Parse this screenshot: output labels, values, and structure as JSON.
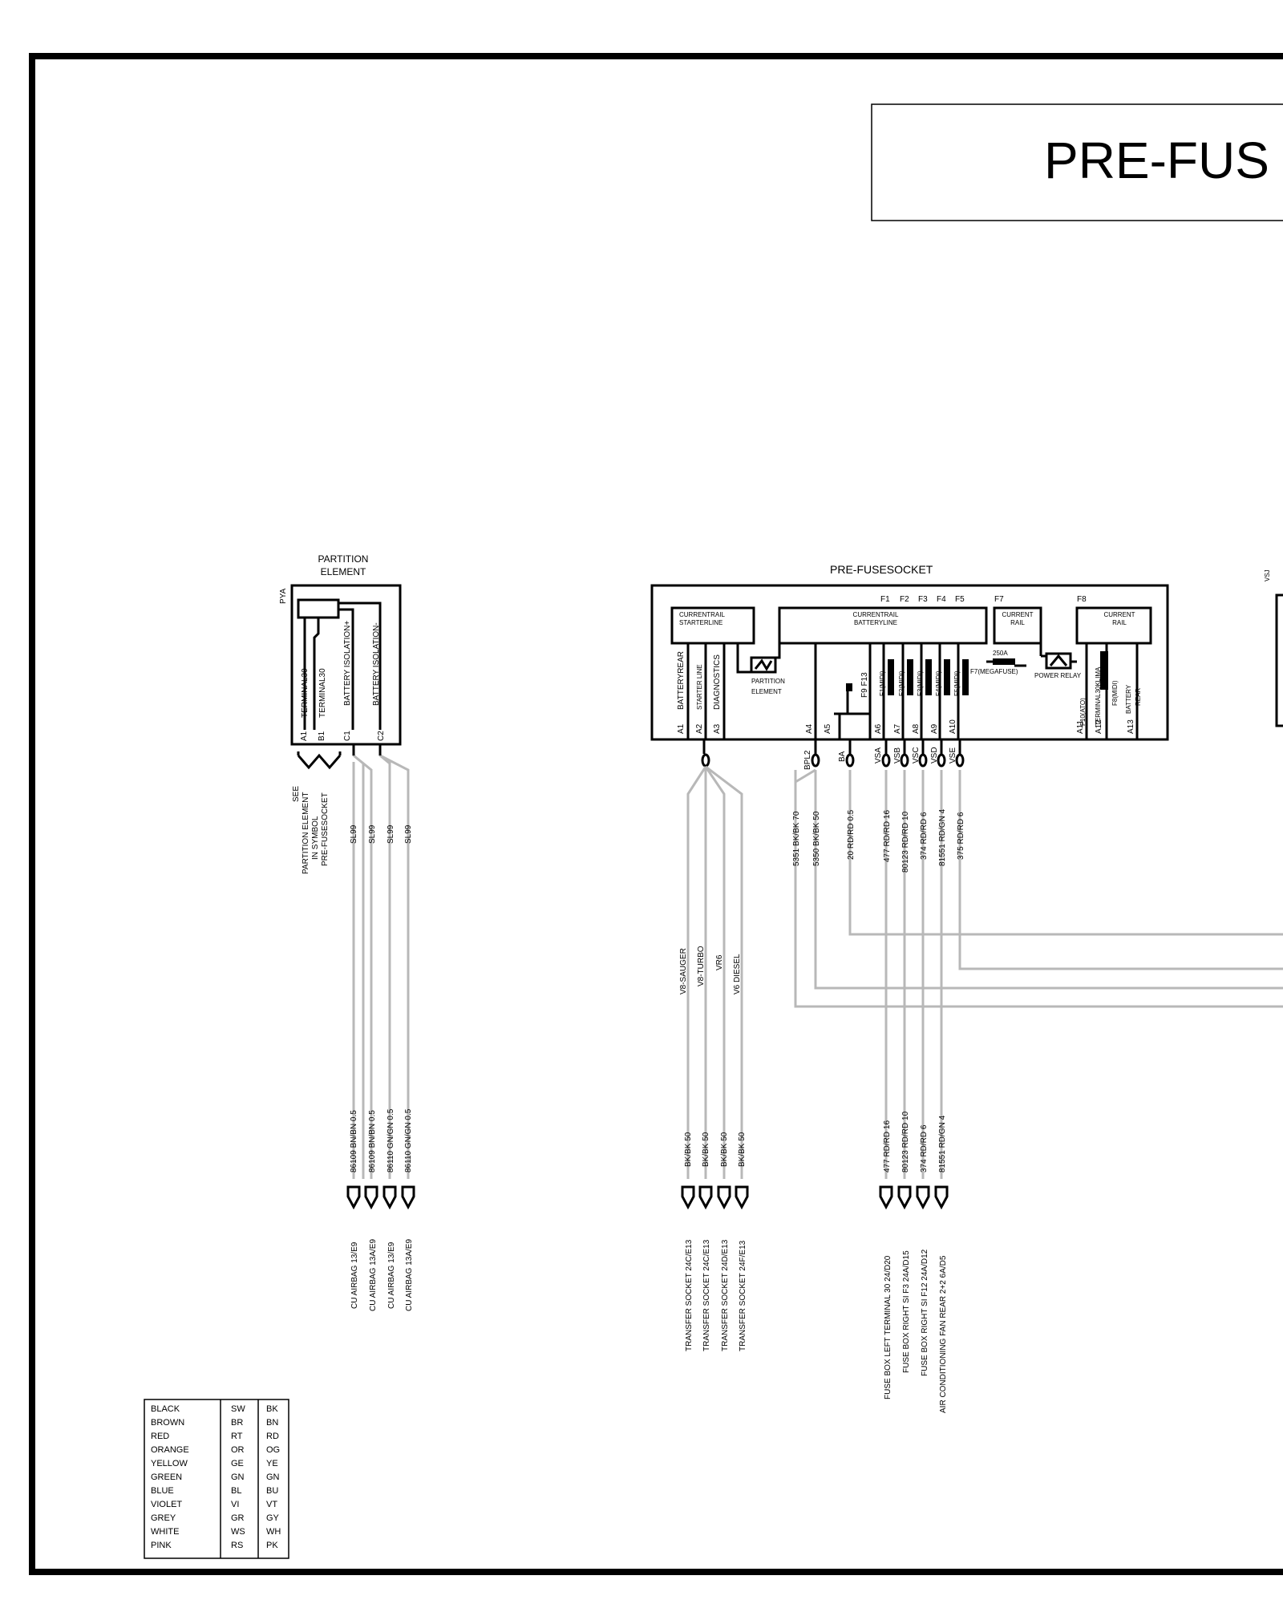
{
  "title": "PRE-FUS",
  "partition": {
    "header": [
      "PARTITION",
      "ELEMENT"
    ],
    "code": "PYA",
    "internal": [
      "TERMINAL30",
      "TERMINAL30",
      "BATTERY ISOLATION+",
      "BATTERY ISOLATION-"
    ],
    "pins": [
      "A1",
      "B1",
      "C1",
      "C2"
    ],
    "see_note": [
      "SEE",
      "PARTITION ELEMENT",
      "IN SYMBOL",
      "PRE-FUSESOCKET"
    ],
    "wire_mid": [
      "SL99",
      "SL99",
      "SL99",
      "SL99"
    ],
    "wire_low": [
      "86109 BN/BN 0.5",
      "86109 BN/BN 0.5",
      "86110 GN/GN 0.5",
      "86110 GN/GN 0.5"
    ],
    "dest": [
      "CU AIRBAG   13/E9",
      "CU AIRBAG   13A/E9",
      "CU AIRBAG   13/E9",
      "CU AIRBAG   13A/E9"
    ]
  },
  "socket": {
    "header": "PRE-FUSESOCKET",
    "fuse_top": [
      "F1",
      "F2",
      "F3",
      "F4",
      "F5",
      "F7",
      "F8"
    ],
    "rail1": [
      "CURRENTRAIL",
      "STARTERLINE"
    ],
    "rail2": [
      "CURRENTRAIL",
      "BATTERYLINE"
    ],
    "rail3": [
      "CURRENT",
      "RAIL"
    ],
    "rail4": [
      "CURRENT",
      "RAIL"
    ],
    "left_internal": [
      "BATTERYREAR",
      "STARTER LINE",
      "DIAGNOSTICS"
    ],
    "partition_label": [
      "PARTITION",
      "ELEMENT"
    ],
    "f9": "F9  F13",
    "fuses": [
      "F1(MIDI)",
      "F2(MIDI)",
      "F3(MIDI)",
      "F4(MIDI)",
      "F5(MIDI)"
    ],
    "megafuse_amp": "250A",
    "megafuse": "F7(MEGAFUSE)",
    "power_relay": "POWER RELAY",
    "right_internal": [
      "F10(ATO)",
      "TERMINAL30KLIMA",
      "F8(MIDI)",
      "BATTERY",
      "REAR"
    ],
    "pins": [
      "A1",
      "A2",
      "A3",
      "A4",
      "A5",
      "A6",
      "A7",
      "A8",
      "A9",
      "A10",
      "A11",
      "A12",
      "A13"
    ],
    "out_codes": [
      "BPL2",
      "BA",
      "VSA",
      "VSB",
      "VSC",
      "VSD",
      "VSE"
    ],
    "out_wires": [
      "5351 BK/BK 70",
      "5350 BK/BK 50",
      "20 RD/RD 0.5",
      "477 RD/RD 16",
      "80123 RD/RD 10",
      "374 RD/RD 6",
      "81551 RD/GN 4",
      "375 RD/RD 6"
    ]
  },
  "left_group": {
    "engines": [
      "V8-SAUGER",
      "V8-TURBO",
      "VR6",
      "V6  DIESEL"
    ],
    "wires": [
      "BK/BK 50",
      "BK/BK 50",
      "BK/BK 50",
      "BK/BK 50"
    ],
    "dest": [
      "TRANSFER SOCKET  24C/E13",
      "TRANSFER SOCKET  24C/E13",
      "TRANSFER SOCKET  24D/E13",
      "TRANSFER SOCKET  24F/E13"
    ]
  },
  "right_group": {
    "wires": [
      "477 RD/RD 16",
      "80123 RD/RD 10",
      "374 RD/RD 6",
      "81551 RD/GN 4"
    ],
    "dest": [
      "FUSE BOX  LEFT  TERMINAL 30   24/D20",
      "FUSE BOX  RIGHT   SI F3   24A/D15",
      "FUSE BOX  RIGHT   SI F12   24A/D12",
      "AIR CONDITIONING FAN  REAR  2+2   6A/D5"
    ]
  },
  "vsj": "VSJ",
  "legend": [
    [
      "BLACK",
      "SW",
      "BK"
    ],
    [
      "BROWN",
      "BR",
      "BN"
    ],
    [
      "RED",
      "RT",
      "RD"
    ],
    [
      "ORANGE",
      "OR",
      "OG"
    ],
    [
      "YELLOW",
      "GE",
      "YE"
    ],
    [
      "GREEN",
      "GN",
      "GN"
    ],
    [
      "BLUE",
      "BL",
      "BU"
    ],
    [
      "VIOLET",
      "VI",
      "VT"
    ],
    [
      "GREY",
      "GR",
      "GY"
    ],
    [
      "WHITE",
      "WS",
      "WH"
    ],
    [
      "PINK",
      "RS",
      "PK"
    ]
  ]
}
